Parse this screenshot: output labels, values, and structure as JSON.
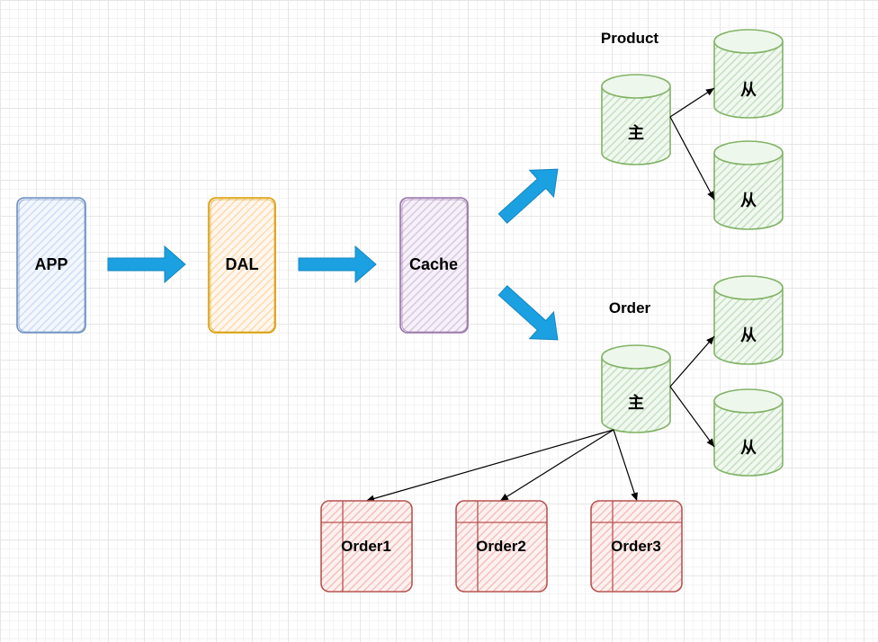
{
  "nodes": {
    "app": "APP",
    "dal": "DAL",
    "cache": "Cache",
    "product_title": "Product",
    "order_title": "Order",
    "master": "主",
    "slave": "从",
    "shards": [
      "Order1",
      "Order2",
      "Order3"
    ]
  },
  "colors": {
    "app_stroke": "#6c8ebf",
    "app_fill": "#dae8fc",
    "dal_stroke": "#d79b00",
    "dal_fill": "#ffe6cc",
    "cache_stroke": "#9673a6",
    "cache_fill": "#e1d5e7",
    "db_stroke": "#82b366",
    "db_fill": "#d5e8d4",
    "shard_stroke": "#b85450",
    "shard_fill": "#f8cecc",
    "arrow_blue": "#1ba1e2"
  }
}
